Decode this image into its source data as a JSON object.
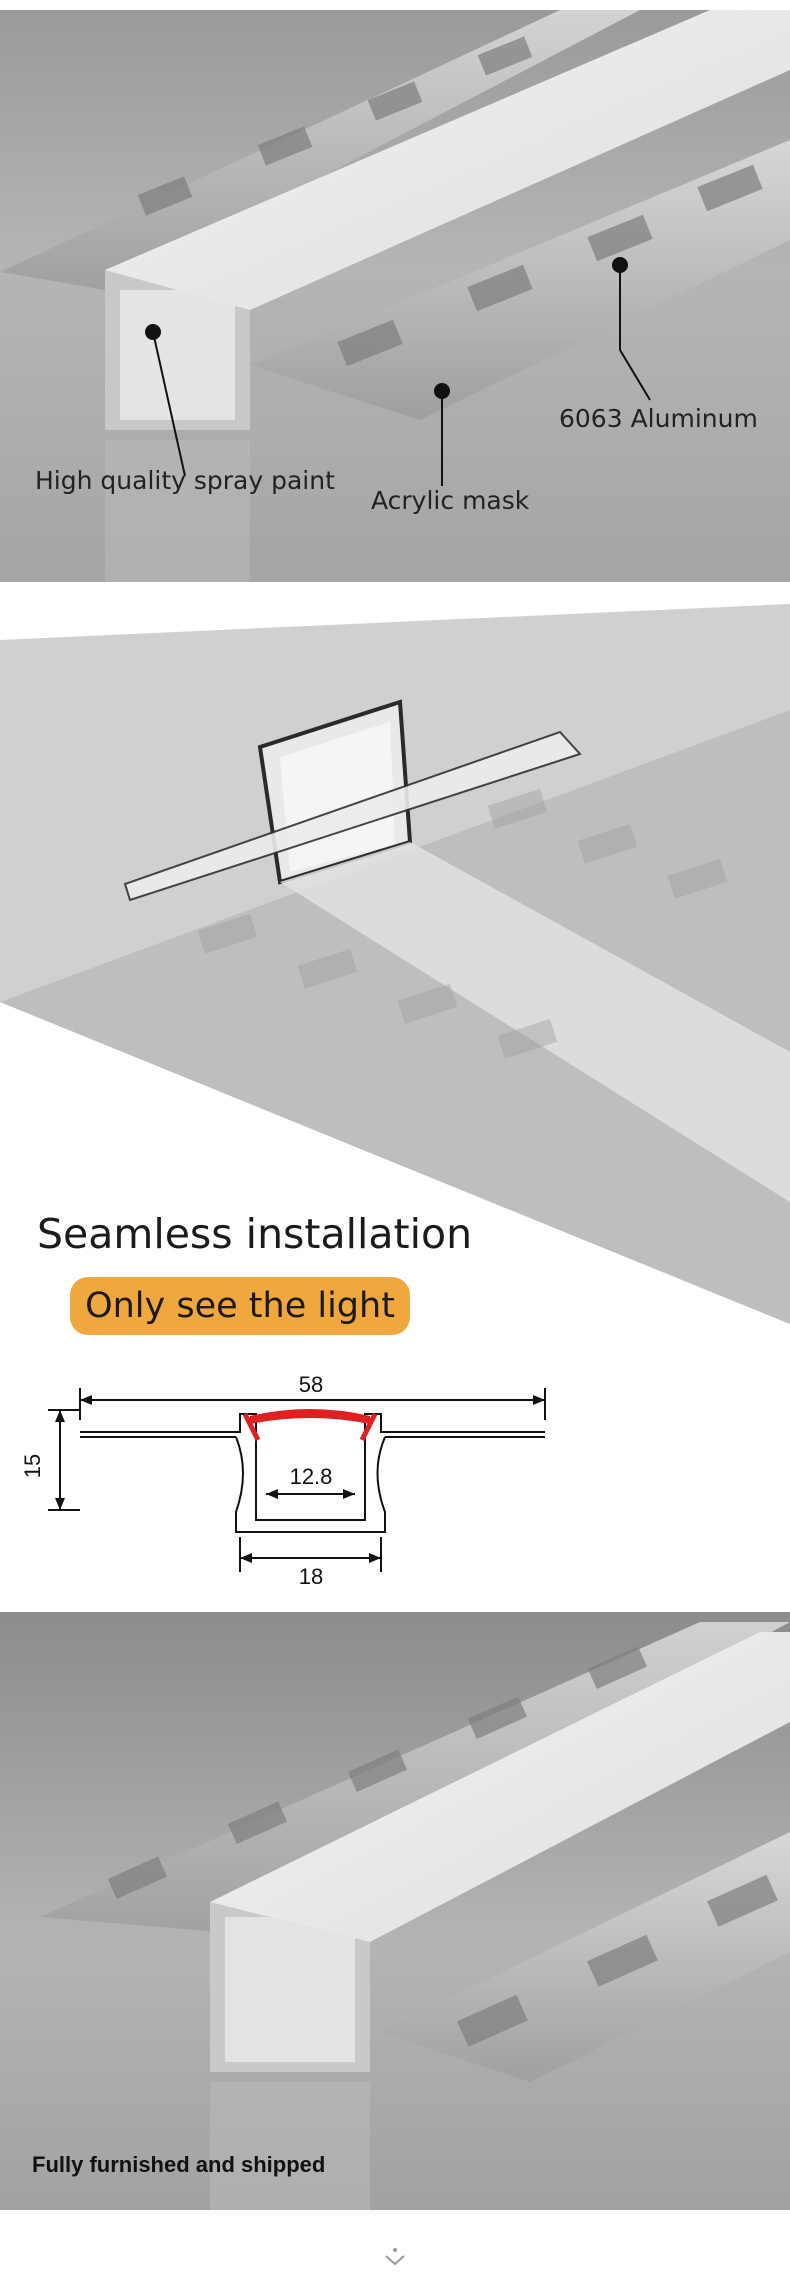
{
  "panel1": {
    "labels": {
      "aluminum": "6063 Aluminum",
      "paint": "High quality spray paint",
      "mask": "Acrylic mask"
    }
  },
  "panel2": {
    "title": "Seamless installation",
    "badge": "Only see the light",
    "dimensions": {
      "total_width": "58",
      "height": "15",
      "inner_width": "12.8",
      "channel_width": "18"
    },
    "colors": {
      "badge": "#f0a73e",
      "diffuser": "#e02020"
    }
  },
  "panel3": {
    "caption": "Fully furnished and shipped"
  }
}
